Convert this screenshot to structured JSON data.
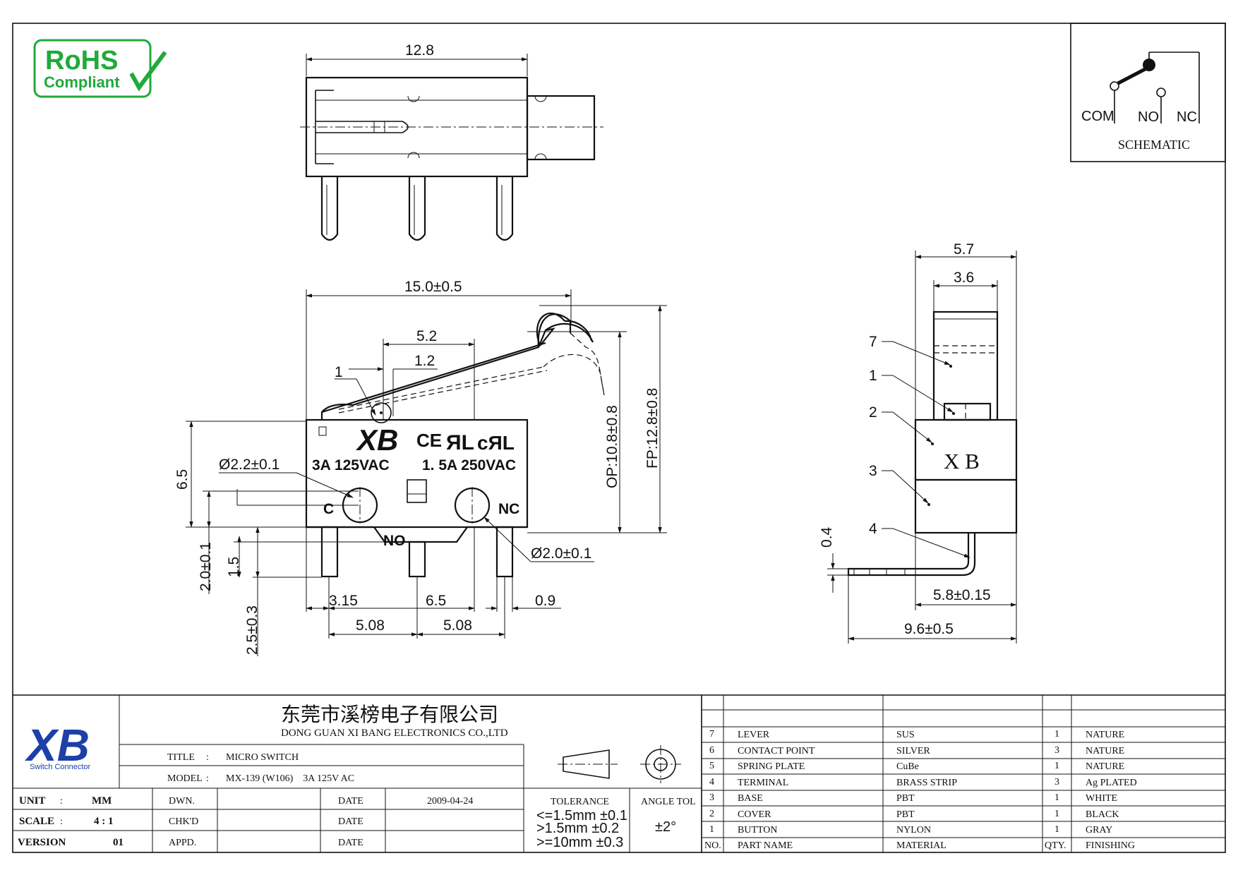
{
  "rohs": {
    "line1": "RoHS",
    "line2": "Compliant",
    "color": "#1faa3a"
  },
  "schematic": {
    "com": "COM",
    "no": "NO",
    "nc": "NC",
    "title": "SCHEMATIC"
  },
  "dims": {
    "top_width": "12.8",
    "overall_length": "15.0±0.5",
    "lever_offset": "5.2",
    "roller_offset": "1.2",
    "balloon_1": "1",
    "body_height": "6.5",
    "hole_left": "Ø2.2±0.1",
    "hole_right": "Ø2.0±0.1",
    "pin_from_hole": "2.0±0.1",
    "pin_step": "1.5",
    "pin_length": "2.5±0.3",
    "op": "OP:10.8±0.8",
    "fp": "FP:12.8±0.8",
    "pitch_a": "3.15",
    "pitch_b": "6.5",
    "pin_w": "0.9",
    "pitch_c": "5.08",
    "pitch_d": "5.08",
    "side_w": "5.7",
    "side_lever": "3.6",
    "side_t": "0.4",
    "side_body": "5.8±0.15",
    "side_total": "9.6±0.5"
  },
  "body_marks": {
    "brand": "XB",
    "ce": "CE",
    "ul": "ЯL",
    "cul": "cЯL",
    "rating_left": "3A 125VAC",
    "rating_right": "1. 5A 250VAC",
    "c": "C",
    "nc": "NC",
    "no": "NO"
  },
  "side_labels": [
    "7",
    "1",
    "2",
    "3",
    "4"
  ],
  "side_text": "X B",
  "title_block": {
    "company_cn": "东莞市溪榜电子有限公司",
    "company_en": "DONG GUAN XI BANG ELECTRONICS CO.,LTD",
    "logo_sub": "Switch Connector",
    "title_label": "TITLE",
    "title_value": "MICRO SWITCH",
    "model_label": "MODEL",
    "model_value": "MX-139 (W106)    3A 125V AC",
    "unit_label": "UNIT",
    "unit_value": "MM",
    "scale_label": "SCALE",
    "scale_value": "4 : 1",
    "version_label": "VERSION",
    "version_value": "01",
    "dwn": "DWN.",
    "chkd": "CHK'D",
    "appd": "APPD.",
    "date_label": "DATE",
    "date_value": "2009-04-24",
    "tolerance_label": "TOLERANCE",
    "tol_1": "<=1.5mm  ±0.1",
    "tol_2": ">1.5mm  ±0.2",
    "tol_3": ">=10mm  ±0.3",
    "angle_label": "ANGLE TOL",
    "angle_value": "±2°",
    "colon": ":"
  },
  "parts_header": {
    "no": "NO.",
    "part": "PART  NAME",
    "material": "MATERIAL",
    "qty": "QTY.",
    "finishing": "FINISHING"
  },
  "parts": [
    {
      "no": "7",
      "part": "LEVER",
      "material": "SUS",
      "qty": "1",
      "finishing": "NATURE"
    },
    {
      "no": "6",
      "part": "CONTACT POINT",
      "material": "SILVER",
      "qty": "3",
      "finishing": "NATURE"
    },
    {
      "no": "5",
      "part": "SPRING PLATE",
      "material": "CuBe",
      "qty": "1",
      "finishing": "NATURE"
    },
    {
      "no": "4",
      "part": "TERMINAL",
      "material": "BRASS STRIP",
      "qty": "3",
      "finishing": "Ag PLATED"
    },
    {
      "no": "3",
      "part": "BASE",
      "material": "PBT",
      "qty": "1",
      "finishing": "WHITE"
    },
    {
      "no": "2",
      "part": "COVER",
      "material": "PBT",
      "qty": "1",
      "finishing": "BLACK"
    },
    {
      "no": "1",
      "part": "BUTTON",
      "material": "NYLON",
      "qty": "1",
      "finishing": "GRAY"
    }
  ]
}
